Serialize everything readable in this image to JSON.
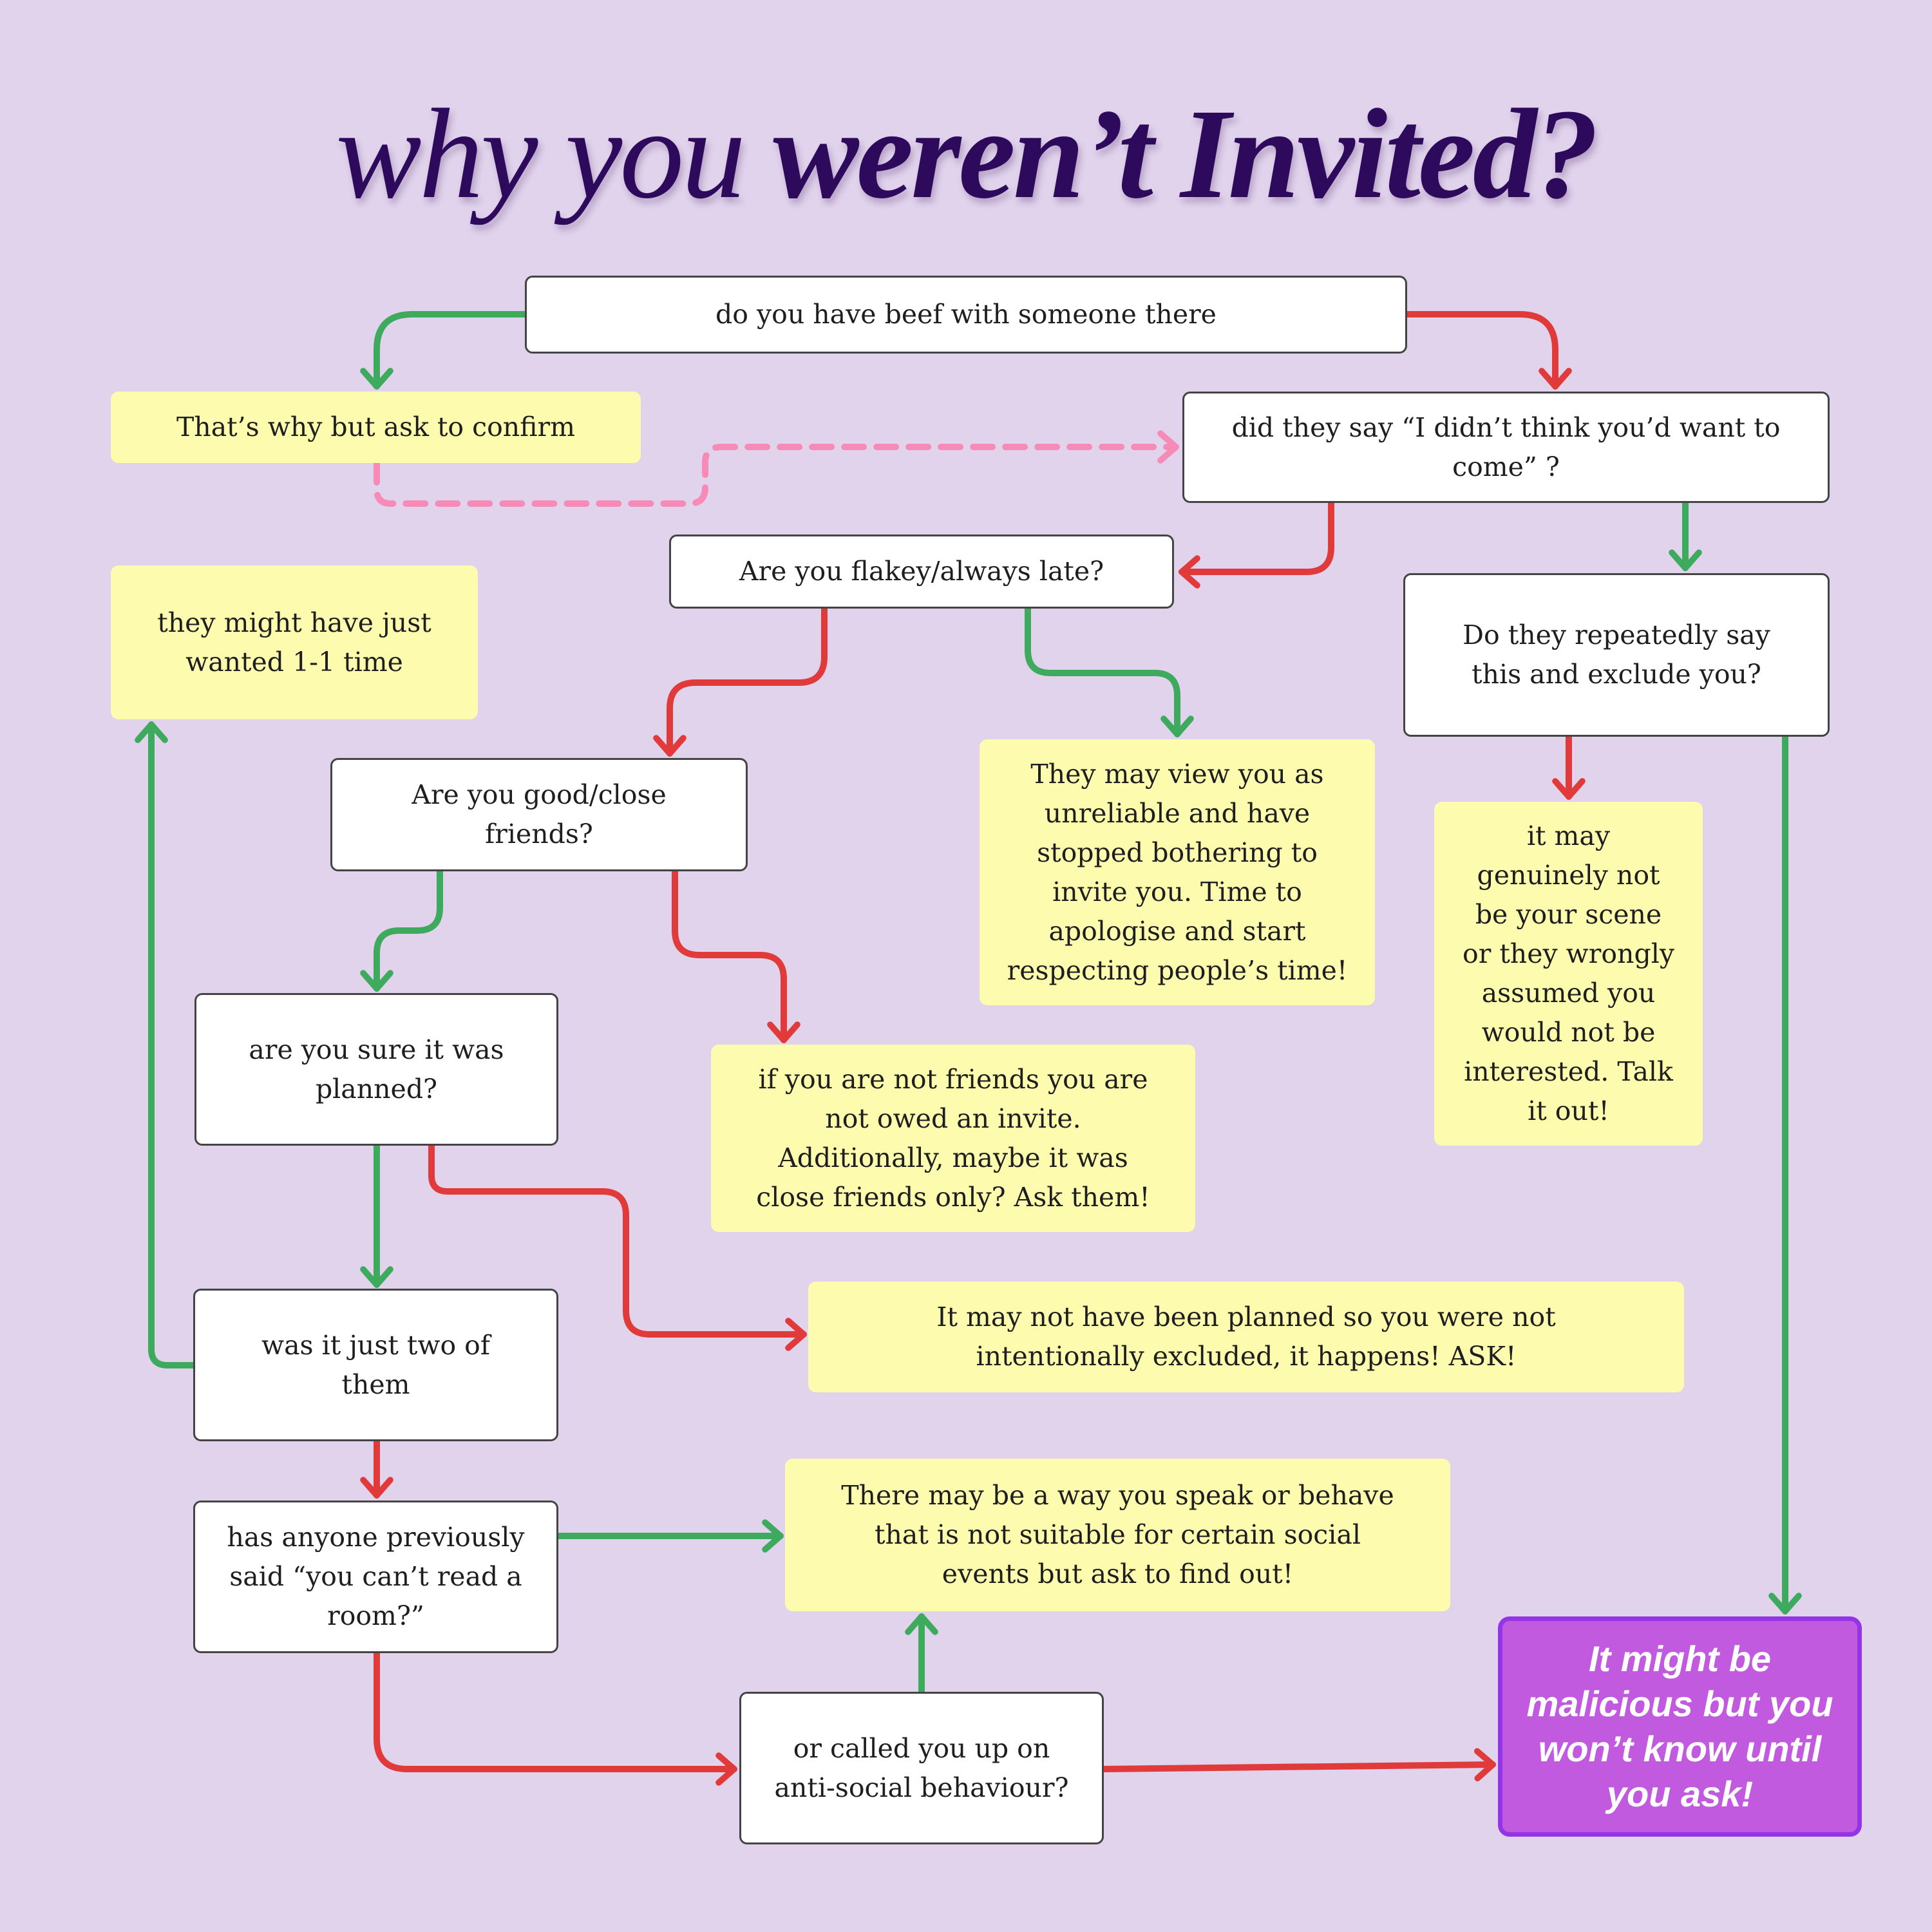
{
  "title": {
    "part1": "why you",
    "part2": "weren’t Invited?",
    "color": "#2e0a5c"
  },
  "colors": {
    "background": "#e1d3ec",
    "question_box": "#ffffff",
    "answer_box": "#fdfbae",
    "final_box": "#c25ae0",
    "yes_arrow": "#3daa5e",
    "no_arrow": "#e03a3a",
    "dashed_link": "#f68bb8"
  },
  "nodes": {
    "beef": "do you have beef with someone there",
    "thats_why": "That’s why but ask to confirm",
    "didnt_think": "did they say “I didn’t think you’d want to\ncome” ?",
    "flakey": "Are you flakey/always late?",
    "one_on_one": "they might have just\nwanted 1-1 time",
    "repeatedly": "Do they repeatedly say\nthis and exclude you?",
    "close_friends": "Are you good/close\nfriends?",
    "unreliable": "They may view you as\nunreliable and have\nstopped bothering to\ninvite you. Time to\napologise and start\nrespecting people’s time!",
    "not_your_scene": "it may\ngenuinely not\nbe your scene\nor they wrongly\nassumed you\nwould not be\ninterested. Talk\nit out!",
    "sure_planned": "are you sure it was\nplanned?",
    "not_friends": "if you are not friends you are\nnot owed an invite.\nAdditionally, maybe it was\nclose friends only? Ask them!",
    "two_of_them": "was it just two of\nthem",
    "not_planned": "It may not have been planned so you were not\nintentionally excluded, it happens! ASK!",
    "read_room": "has anyone previously\nsaid “you can’t read a\nroom?”",
    "speak_behave": "There may be a way you speak or behave\nthat is not suitable for certain social\nevents but ask to find out!",
    "anti_social": "or called you up on\nanti-social behaviour?",
    "malicious": "It might be\nmalicious but you\nwon’t know until\nyou ask!"
  }
}
